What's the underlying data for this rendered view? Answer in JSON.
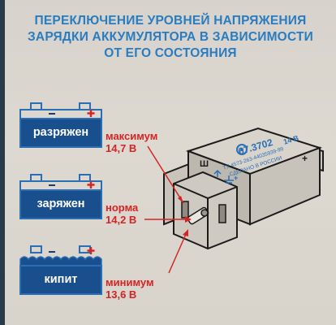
{
  "title": {
    "line1": "ПЕРЕКЛЮЧЕНИЕ УРОВНЕЙ НАПРЯЖЕНИЯ",
    "line2": "ЗАРЯДКИ АККУМУЛЯТОРА В ЗАВИСИМОСТИ",
    "line3": "ОТ ЕГО СОСТОЯНИЯ"
  },
  "batteries": [
    {
      "label": "разряжен",
      "level": "максимум",
      "voltage": "14,7 В"
    },
    {
      "label": "заряжен",
      "level": "норма",
      "voltage": "14,2 В"
    },
    {
      "label": "кипит",
      "level": "минимум",
      "voltage": "13,6 В"
    }
  ],
  "device": {
    "model": "67.3702",
    "voltage_rating": "14 В",
    "spec_line": "ТУ 4573-263-44035939-99",
    "made_line": "СДЕЛАНО В РОССИИ",
    "terminal_left": "Ш",
    "terminal_right": "+",
    "plus_mark": "+"
  },
  "colors": {
    "title": "#2a7cc0",
    "battery_fill": "#1a4f8d",
    "accent_red": "#d42424",
    "background": "#d7d3cc"
  },
  "icons": {
    "battery": "battery-icon",
    "plus_terminal": "plus-icon",
    "minus_terminal": "minus-icon",
    "bubbles": "bubbles-icon",
    "regulator": "voltage-regulator-icon"
  }
}
